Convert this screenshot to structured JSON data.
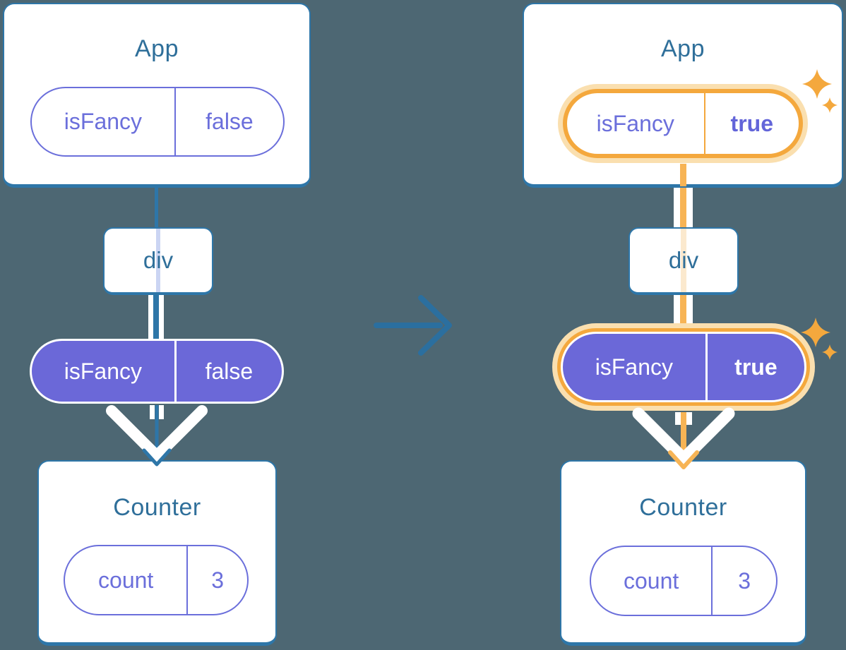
{
  "theme": {
    "background": "#4D6773",
    "card-bg": "#FFFFFF",
    "card-border": "#2E76A8",
    "title-color": "#2F6F9A",
    "purple-fill": "#6B68D8",
    "purple-outline": "#6B6FDB",
    "purple-bold": "#6365D9",
    "orange": "#F4A83D",
    "orange-halo": "#FADFAF",
    "orange-line": "#F7B455",
    "faint-purple": "#CBD5F3",
    "faint-orange": "#FBE9CE",
    "arrow-blue": "#2B6F9F"
  },
  "left_tree": {
    "app": {
      "title": "App",
      "state_name": "isFancy",
      "state_value": "false"
    },
    "div": {
      "label": "div"
    },
    "prop": {
      "name": "isFancy",
      "value": "false"
    },
    "counter": {
      "title": "Counter",
      "state_name": "count",
      "state_value": "3"
    }
  },
  "right_tree": {
    "app": {
      "title": "App",
      "state_name": "isFancy",
      "state_value": "true"
    },
    "div": {
      "label": "div"
    },
    "prop": {
      "name": "isFancy",
      "value": "true"
    },
    "counter": {
      "title": "Counter",
      "state_name": "count",
      "state_value": "3"
    }
  },
  "icons": {
    "transition_arrow": "right-arrow",
    "sparkle": "four-point-star"
  }
}
